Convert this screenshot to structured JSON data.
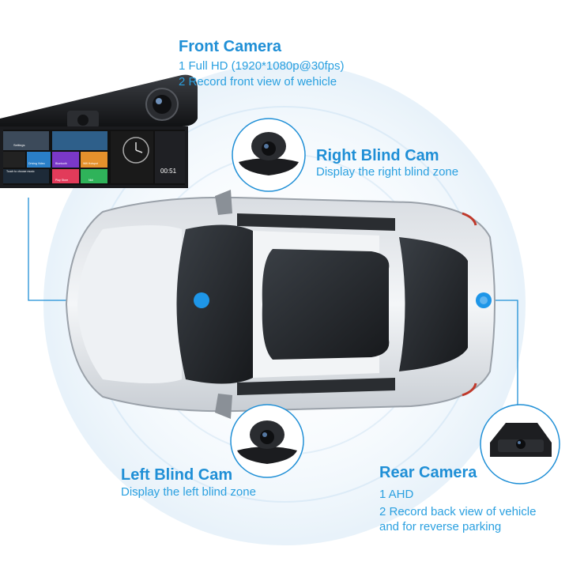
{
  "front_camera": {
    "title": "Front Camera",
    "line1": "1 Full HD (1920*1080p@30fps)",
    "line2": "2 Record front view of wehicle"
  },
  "right_blind_cam": {
    "title": "Right Blind Cam",
    "desc": "Display the right blind zone"
  },
  "left_blind_cam": {
    "title": "Left Blind Cam",
    "desc": "Display the left blind zone"
  },
  "rear_camera": {
    "title": "Rear Camera",
    "line1": "1 AHD",
    "line2": "2 Record back view of vehicle",
    "line3": "and for reverse parking"
  },
  "mirror_screen": {
    "tile_labels": [
      "Settings",
      "Driving Video",
      "Bluetooth",
      "Wifi Hotspot",
      "Play Store",
      "Nidi",
      "Touch to choose music"
    ],
    "clock": "00:51"
  },
  "colors": {
    "accent": "#1f8fd6",
    "marker": "#1e96e8",
    "ring": "#dcebf7"
  }
}
